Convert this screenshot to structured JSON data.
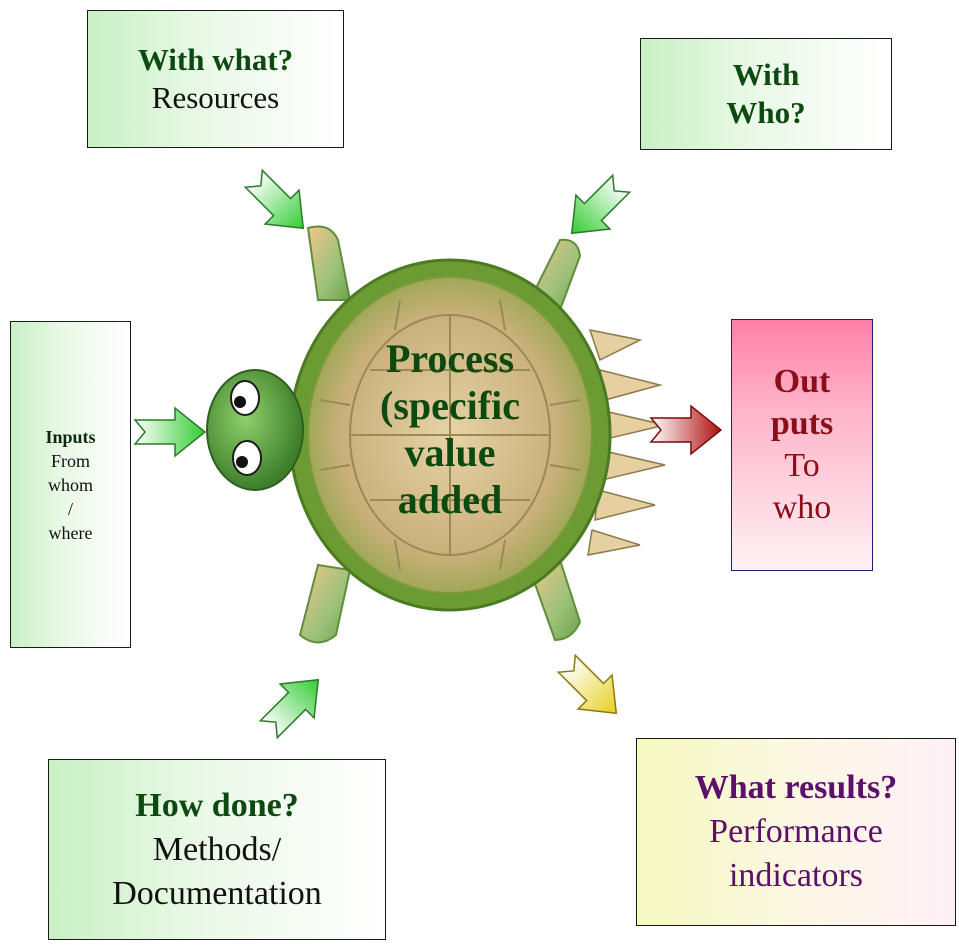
{
  "boxes": {
    "with_what": {
      "title": "With what?",
      "body": "Resources"
    },
    "with_who": {
      "line1": "With",
      "line2": "Who?"
    },
    "inputs": {
      "title": "Inputs",
      "line1": "From",
      "line2": "whom",
      "line3": "/",
      "line4": "where"
    },
    "outputs": {
      "line1": "Out",
      "line2": "puts",
      "line3": "To",
      "line4": "who"
    },
    "how_done": {
      "title": "How done?",
      "line1": "Methods/",
      "line2": "Documentation"
    },
    "what_results": {
      "title": "What results?",
      "line1": "Performance",
      "line2": "indicators"
    }
  },
  "center": {
    "line1": "Process",
    "line2": "(specific",
    "line3": "value",
    "line4": "added"
  },
  "colors": {
    "green_title": "#0d4a12",
    "outputs_title": "#8b0f1a",
    "results_title": "#5c0f6b",
    "arrow_green": "#33cc33",
    "arrow_red": "#b01010",
    "arrow_yellow": "#e8d020"
  },
  "icons": [
    "turtle-illustration",
    "arrow-icon"
  ]
}
